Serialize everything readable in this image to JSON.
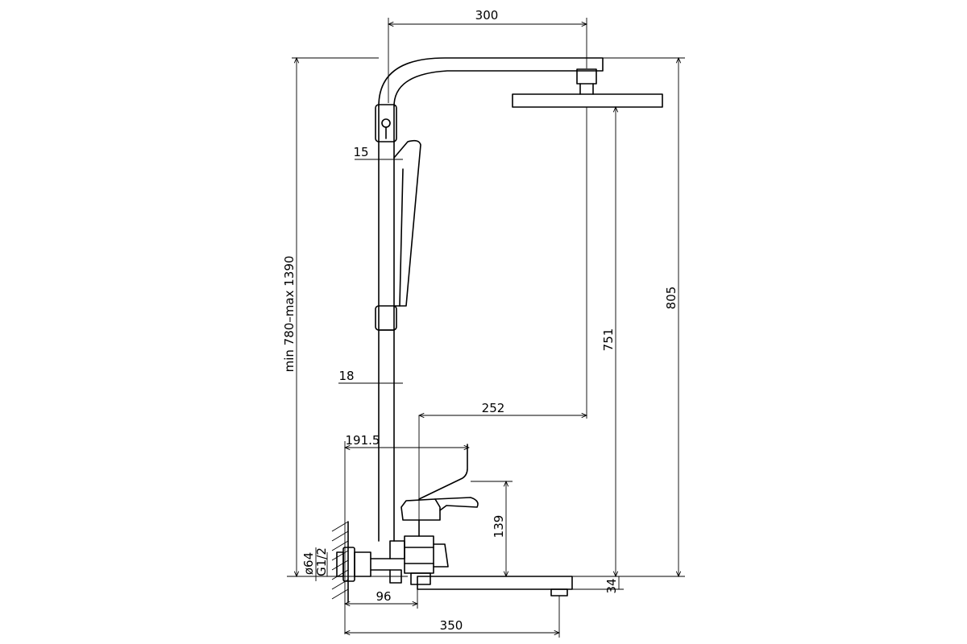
{
  "drawing": {
    "dimensions": {
      "head_reach": "300",
      "rail_offset": "15",
      "height_range": "min 780–max 1390",
      "rail_diameter": "18",
      "spout_to_head": "252",
      "mixer_depth": "191.5",
      "head_height_total": "805",
      "head_height_from_spout": "751",
      "handle_height": "139",
      "connection_diameter": "ø64",
      "connection_thread": "G1/2",
      "spout_thickness": "34",
      "wall_to_mixer": "96",
      "spout_length": "350"
    }
  }
}
